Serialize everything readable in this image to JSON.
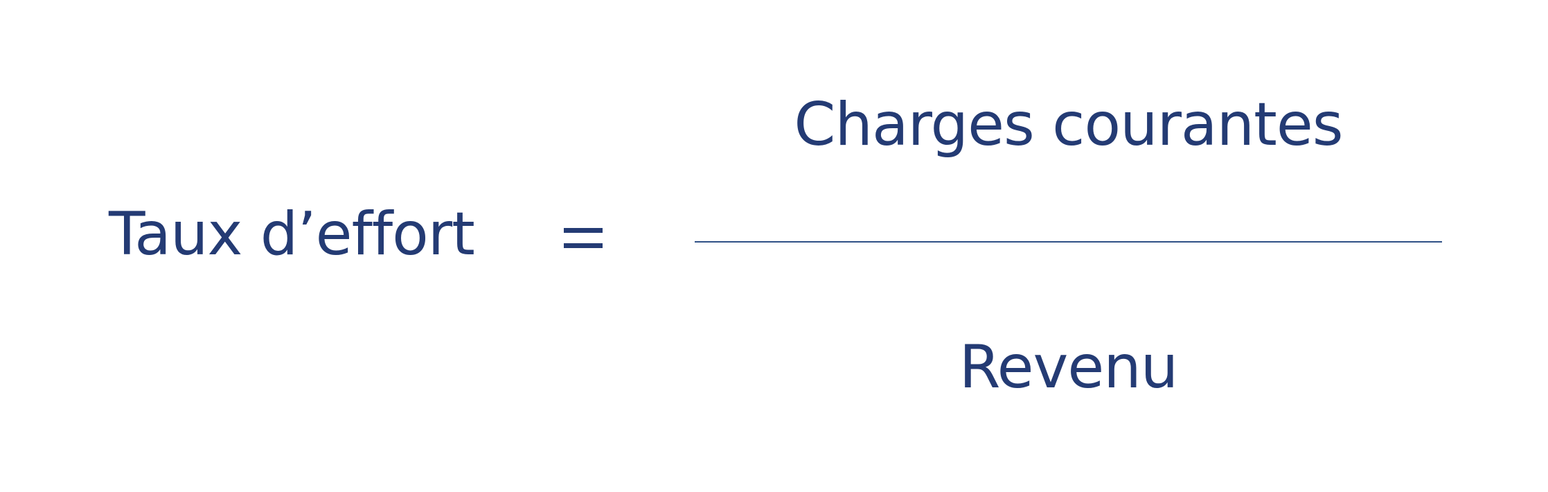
{
  "formula": {
    "lhs": "Taux d’effort",
    "numerator": "Charges courantes",
    "denominator": "Revenu"
  },
  "colors": {
    "text": "#243b74",
    "line": "#2f4f86",
    "background": "#ffffff"
  }
}
